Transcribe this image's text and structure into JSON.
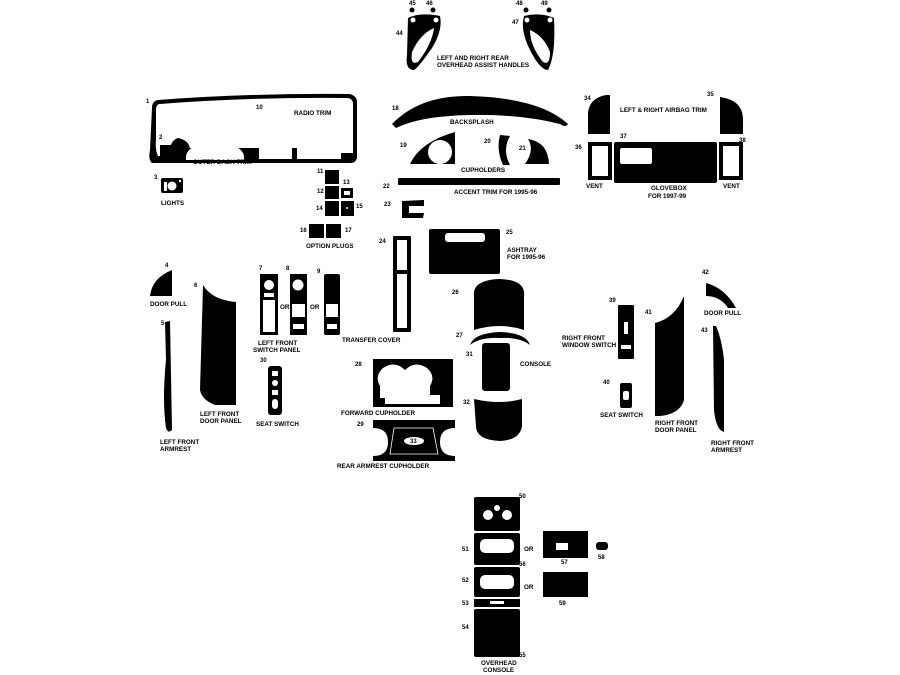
{
  "colors": {
    "part": "#000000",
    "background": "#ffffff"
  },
  "numbers": [
    "1",
    "2",
    "3",
    "4",
    "5",
    "6",
    "7",
    "8",
    "9",
    "10",
    "11",
    "12",
    "13",
    "14",
    "15",
    "16",
    "17",
    "18",
    "19",
    "20",
    "21",
    "22",
    "23",
    "24",
    "25",
    "26",
    "27",
    "28",
    "29",
    "30",
    "31",
    "32",
    "33",
    "34",
    "35",
    "36",
    "37",
    "38",
    "39",
    "40",
    "41",
    "42",
    "43",
    "44",
    "45",
    "46",
    "47",
    "48",
    "49",
    "50",
    "51",
    "52",
    "53",
    "54",
    "55",
    "56",
    "57",
    "58",
    "59"
  ],
  "labels": {
    "assist_1": "LEFT AND RIGHT  REAR",
    "assist_2": "OVERHEAD ASSIST HANDLES",
    "radio_trim": "RADIO TRIM",
    "outer_dash_trim": "OUTER DASH TRIM",
    "lights": "LIGHTS",
    "option_plugs": "OPTION PLUGS",
    "backsplash": "BACKSPLASH",
    "cupholders": "CUPHOLDERS",
    "accent_trim": "ACCENT TRIM  FOR 1995-96",
    "ashtray_1": "ASHTRAY",
    "ashtray_2": "FOR 1995-96",
    "airbag_trim": "LEFT & RIGHT  AIRBAG TRIM",
    "vent_left": "VENT",
    "vent_right": "VENT",
    "glovebox_1": "GLOVEBOX",
    "glovebox_2": "FOR 1997-99",
    "door_pull_left": "DOOR PULL",
    "door_pull_right": "DOOR PULL",
    "or_1": "OR",
    "or_2": "OR",
    "or_3": "OR",
    "or_4": "OR",
    "lf_switch_1": "LEFT FRONT",
    "lf_switch_2": "SWITCH PANEL",
    "seat_switch_left": "SEAT SWITCH",
    "seat_switch_right": "SEAT SWITCH",
    "lf_door_1": "LEFT FRONT",
    "lf_door_2": "DOOR PANEL",
    "lf_arm_1": "LEFT FRONT",
    "lf_arm_2": "ARMREST",
    "transfer_cover": "TRANSFER COVER",
    "forward_cupholder": "FORWARD CUPHOLDER",
    "rear_armrest_cupholder": "REAR ARMREST CUPHOLDER",
    "console": "CONSOLE",
    "rf_window_1": "RIGHT FRONT",
    "rf_window_2": "WINDOW SWITCH",
    "rf_door_1": "RIGHT FRONT",
    "rf_door_2": "DOOR PANEL",
    "rf_arm_1": "RIGHT FRONT",
    "rf_arm_2": "ARMREST",
    "overhead_1": "OVERHEAD",
    "overhead_2": "CONSOLE"
  }
}
